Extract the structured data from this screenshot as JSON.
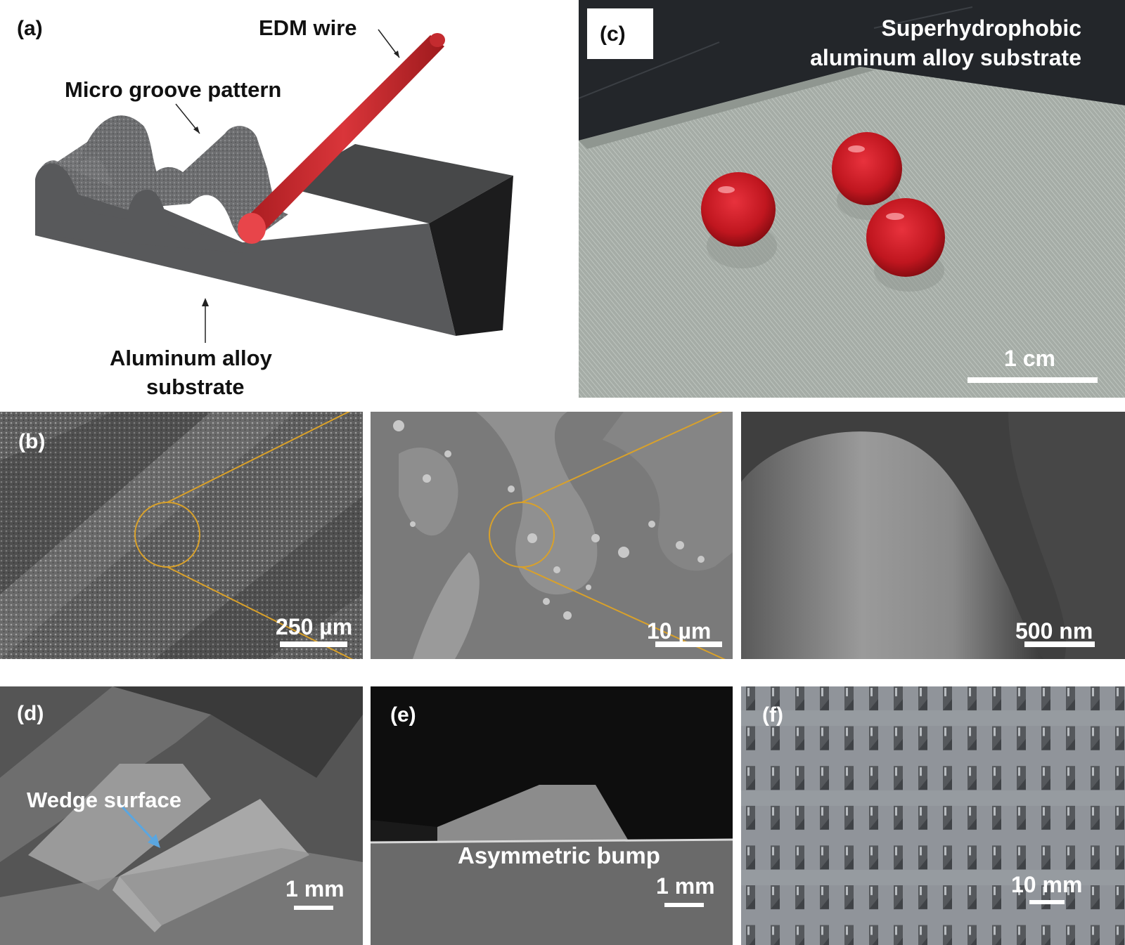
{
  "figure": {
    "panels": {
      "a": {
        "label": "(a)",
        "annotations": {
          "edm_wire": "EDM wire",
          "micro_groove": "Micro groove pattern",
          "substrate_line1": "Aluminum alloy",
          "substrate_line2": "substrate"
        },
        "colors": {
          "wire": "#d42a2e",
          "block": "#555759"
        }
      },
      "b": {
        "label": "(b)",
        "subpanels": [
          {
            "scale": "250 µm"
          },
          {
            "scale": "10 µm"
          },
          {
            "scale": "500 nm"
          }
        ],
        "zoom_line_color": "#d9a12a"
      },
      "c": {
        "label": "(c)",
        "title_line1": "Superhydrophobic",
        "title_line2": "aluminum alloy substrate",
        "scale": "1 cm",
        "droplet_count": 3
      },
      "d": {
        "label": "(d)",
        "annotation": "Wedge surface",
        "arrow_color": "#5aa6e0",
        "scale": "1 mm"
      },
      "e": {
        "label": "(e)",
        "annotation": "Asymmetric bump",
        "scale": "1 mm"
      },
      "f": {
        "label": "(f)",
        "scale": "10 mm"
      }
    }
  }
}
